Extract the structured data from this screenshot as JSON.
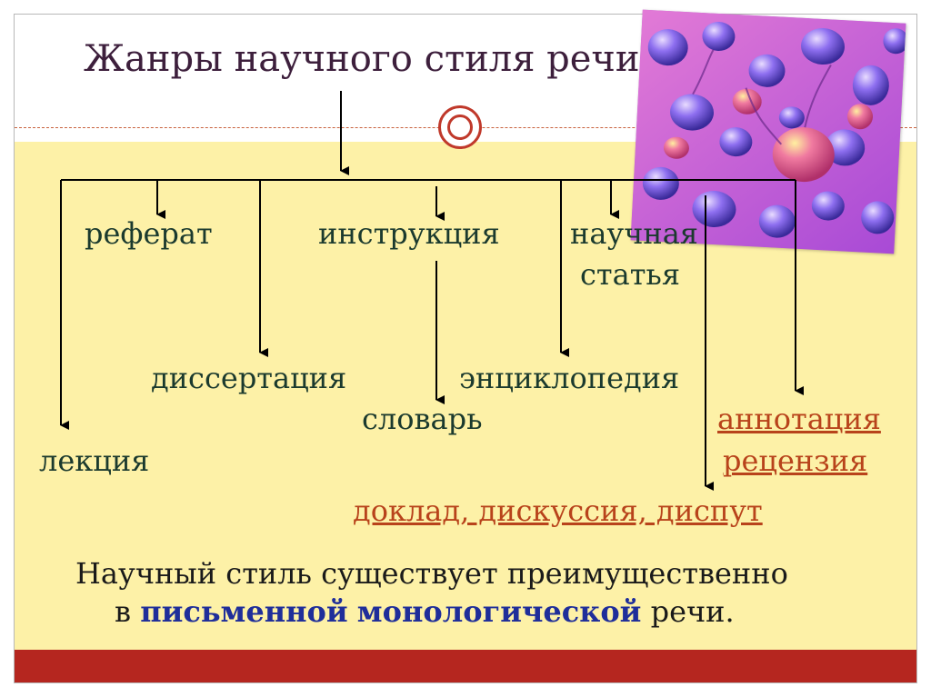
{
  "title": "Жанры научного стиля речи",
  "genres": {
    "referat": "реферат",
    "instrukciya": "инструкция",
    "nauchnaya": "научная",
    "statya": "статья",
    "dissertaciya": "диссертация",
    "enciklopediya": "энциклопедия",
    "slovar": "словарь",
    "lekciya": "лекция",
    "annotaciya": "аннотация",
    "recenziya": "рецензия",
    "doklad": "доклад, дискуссия, диспут"
  },
  "footer": {
    "line1": "Научный стиль существует преимущественно",
    "prefix": "в",
    "emphasis1": "письменной",
    "emphasis2": "монологической",
    "suffix": "речи."
  },
  "colors": {
    "body_band": "#fdf1a7",
    "bottom_band": "#b5261f",
    "link": "#b8431b",
    "emphasis": "#1f2e9a"
  }
}
